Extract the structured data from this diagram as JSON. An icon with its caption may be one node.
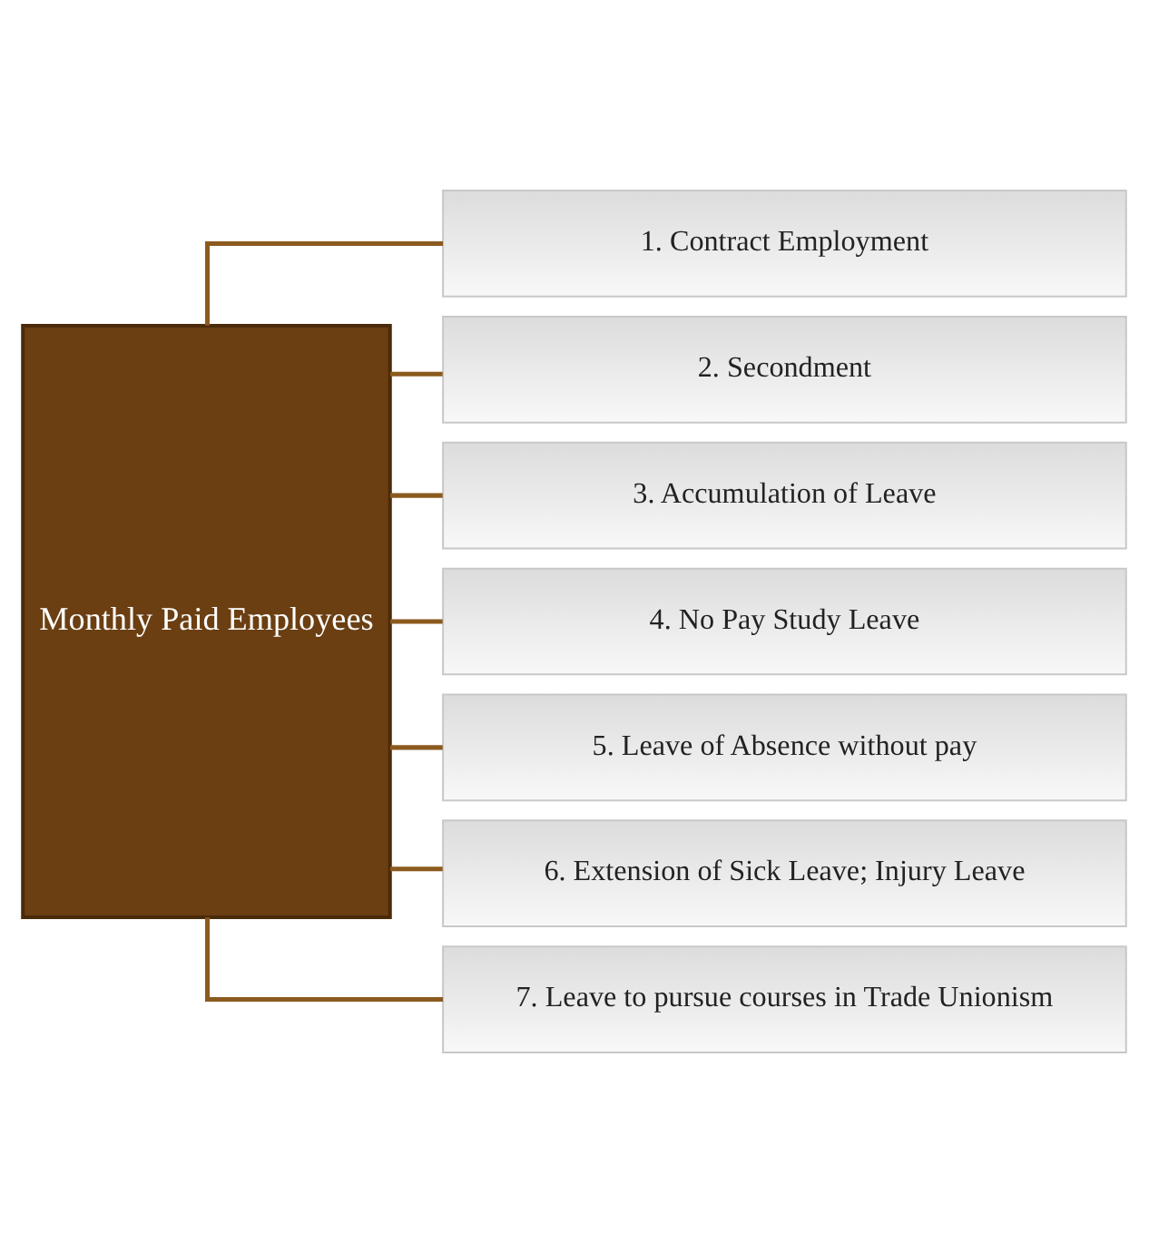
{
  "diagram": {
    "nodes": [
      {
        "text": [
          "Monthly Paid Employees"
        ]
      },
      {
        "text": [
          "1. Contract Employment"
        ]
      },
      {
        "text": [
          "2. Secondment"
        ]
      },
      {
        "text": [
          "3. Accumulation of Leave"
        ]
      },
      {
        "text": [
          "4. No Pay Study Leave"
        ]
      },
      {
        "text": [
          "5. Leave of Absence without pay"
        ]
      },
      {
        "text": [
          "6. Extension of Sick Leave; Injury Leave"
        ]
      },
      {
        "text": [
          "7. Leave to pursue courses in Trade Unionism"
        ]
      }
    ],
    "edges": [
      {
        "from": 0,
        "to": 1,
        "arrow": "none"
      },
      {
        "from": 0,
        "to": 2,
        "arrow": "none"
      },
      {
        "from": 0,
        "to": 3,
        "arrow": "none"
      },
      {
        "from": 0,
        "to": 4,
        "arrow": "none"
      },
      {
        "from": 0,
        "to": 5,
        "arrow": "none"
      },
      {
        "from": 0,
        "to": 6,
        "arrow": "none"
      },
      {
        "from": 0,
        "to": 7,
        "arrow": "none"
      }
    ]
  }
}
